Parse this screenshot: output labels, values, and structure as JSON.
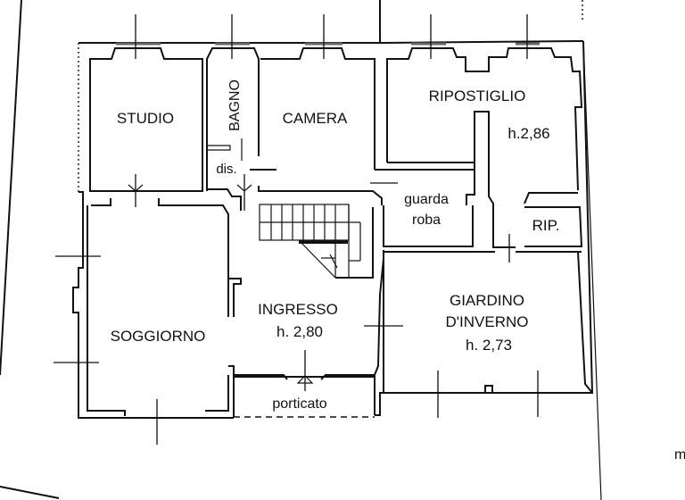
{
  "plan": {
    "type": "architectural floor plan",
    "rooms": [
      {
        "id": "studio",
        "name": "STUDIO",
        "height": ""
      },
      {
        "id": "bagno",
        "name": "BAGNO",
        "height": ""
      },
      {
        "id": "camera",
        "name": "CAMERA",
        "height": ""
      },
      {
        "id": "ripostiglio",
        "name": "RIPOSTIGLIO",
        "height": "h.2,86"
      },
      {
        "id": "dis",
        "name": "dis.",
        "height": ""
      },
      {
        "id": "guardaroba",
        "name_line1": "guarda",
        "name_line2": "roba",
        "height": ""
      },
      {
        "id": "rip",
        "name": "RIP.",
        "height": ""
      },
      {
        "id": "soggiorno",
        "name": "SOGGIORNO",
        "height": ""
      },
      {
        "id": "ingresso",
        "name": "INGRESSO",
        "height": "h. 2,80"
      },
      {
        "id": "giardino",
        "name_line1": "GIARDINO",
        "name_line2": "D'INVERNO",
        "height": "h. 2,73"
      },
      {
        "id": "porticato",
        "name": "porticato",
        "height": ""
      }
    ],
    "edge_fragment": "m",
    "colors": {
      "line": "#111111",
      "window": "#666666",
      "background": "#ffffff"
    }
  }
}
